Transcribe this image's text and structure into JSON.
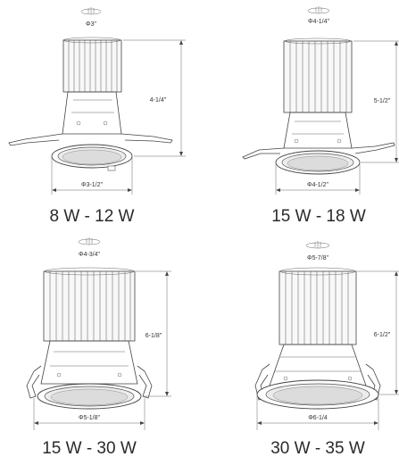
{
  "fixtures": [
    {
      "cutout_label": "Φ3\"",
      "height_label": "4-1/4\"",
      "diameter_label": "Φ3-1/2\"",
      "wattage_label": "8 W - 12 W"
    },
    {
      "cutout_label": "Φ4-1/4\"",
      "height_label": "5-1/2\"",
      "diameter_label": "Φ4-1/2\"",
      "wattage_label": "15 W - 18 W"
    },
    {
      "cutout_label": "Φ4-3/4\"",
      "height_label": "6-1/8\"",
      "diameter_label": "Φ5-1/8\"",
      "wattage_label": "15 W - 30 W"
    },
    {
      "cutout_label": "Φ5-7/8\"",
      "height_label": "6-1/2\"",
      "diameter_label": "Φ6-1/4",
      "wattage_label": "30 W - 35 W"
    }
  ]
}
